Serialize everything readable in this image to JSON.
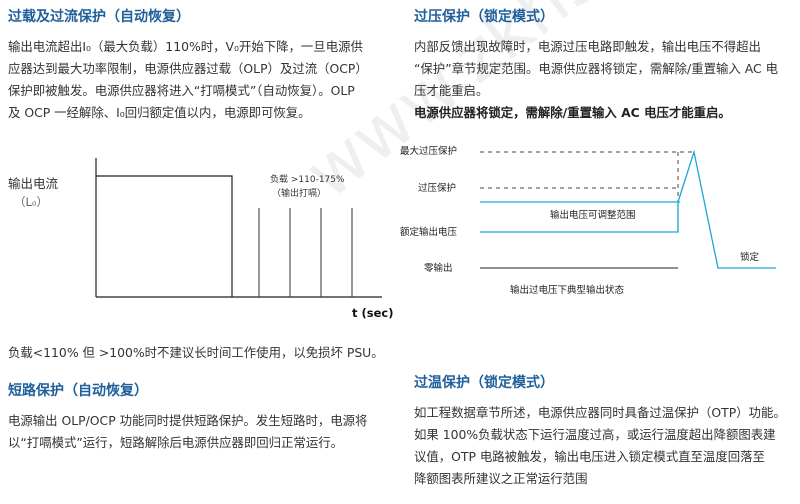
{
  "watermark": "www.zkh360.com",
  "overload": {
    "title": "过载及过流保护（自动恢复）",
    "lines": [
      "输出电流超出I₀（最大负载）110%时，V₀开始下降，一旦电源供",
      "应器达到最大功率限制，电源供应器过载（OLP）及过流（OCP）",
      "保护即被触发。电源供应器将进入“打嗝模式”（自动恢复）。OLP",
      "及 OCP 一经解除、I₀回归额定值以内，电源即可恢复。"
    ],
    "chart": {
      "ylabel": "输出电流",
      "ylabel_unit": "（L₀）",
      "xlabel": "t (sec)",
      "annotation_line1": "负载 >110-175%",
      "annotation_line2": "（输出打嗝）"
    },
    "note": "负载<110% 但 >100%时不建议长时间工作使用，以免损坏 PSU。"
  },
  "short_circuit": {
    "title": "短路保护（自动恢复）",
    "lines": [
      "电源输出 OLP/OCP 功能同时提供短路保护。发生短路时，电源将",
      "以“打嗝模式”运行，短路解除后电源供应器即回归正常运行。"
    ]
  },
  "overvoltage": {
    "title": "过压保护（锁定模式）",
    "lines": [
      "内部反馈出现故障时，电源过压电路即触发，输出电压不得超出",
      "“保护”章节规定范围。电源供应器将锁定，需解除/重置输入 AC 电",
      "压才能重启。"
    ],
    "bold_line": "电源供应器将锁定，需解除/重置输入 AC 电压才能重启。",
    "chart": {
      "label_max": "最大过压保护",
      "label_ovp": "过压保护",
      "label_rated": "额定输出电压",
      "label_zero": "零输出",
      "label_range": "输出电压可调整范围",
      "label_lock": "锁定",
      "caption": "输出过电压下典型输出状态"
    }
  },
  "overtemp": {
    "title": "过温保护（锁定模式）",
    "lines": [
      "如工程数据章节所述，电源供应器同时具备过温保护（OTP）功能。",
      "如果 100%负载状态下运行温度过高，或运行温度超出降额图表建",
      "议值，OTP 电路被触发，输出电压进入锁定模式直至温度回落至",
      "降额图表所建议之正常运行范围"
    ]
  }
}
